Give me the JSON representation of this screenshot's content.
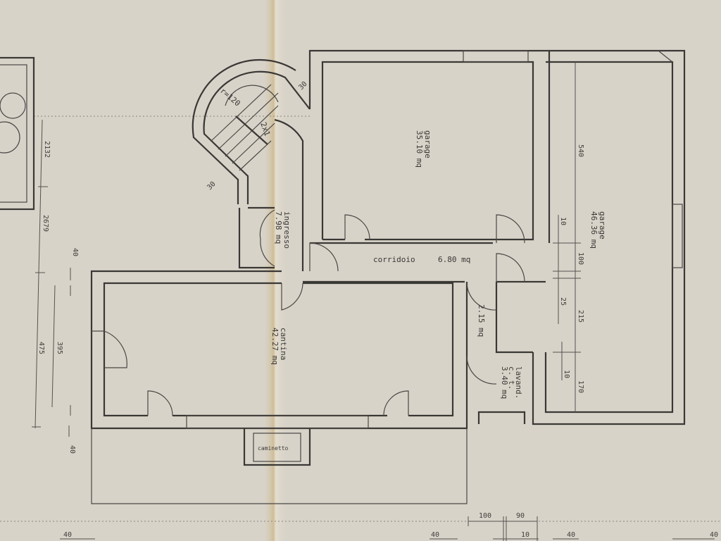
{
  "rooms": {
    "garage_small": {
      "name": "garage",
      "area": "35.10 mq"
    },
    "garage_large": {
      "name": "garage",
      "area": "46.36 mq"
    },
    "corridoio": {
      "name": "corridoio",
      "area": "6.80 mq"
    },
    "ingresso": {
      "name": "ingresso",
      "area": "7.98 mq"
    },
    "cantina": {
      "name": "cantina",
      "area": "42.27 mq"
    },
    "disimpegno": {
      "area": "2.15 mq"
    },
    "lavanderia": {
      "name": "lavand.",
      "sub": "c. t.",
      "area": "3.40 mq"
    },
    "caminetto": {
      "name": "caminetto"
    }
  },
  "stair": {
    "radius": "r=120",
    "step_a": "30",
    "step_b": "30",
    "run": "2x1"
  },
  "dimensions": {
    "left": [
      "2132",
      "2679",
      "475",
      "395",
      "40",
      "40"
    ],
    "right": [
      "540",
      "10",
      "100",
      "25",
      "215",
      "10",
      "170"
    ],
    "bottom": [
      "100",
      "90",
      "10",
      "40",
      "40",
      "40",
      "40"
    ]
  },
  "colors": {
    "paper": "#d8d3c9",
    "ink": "#3a3835",
    "crease": "#c9b48a"
  }
}
